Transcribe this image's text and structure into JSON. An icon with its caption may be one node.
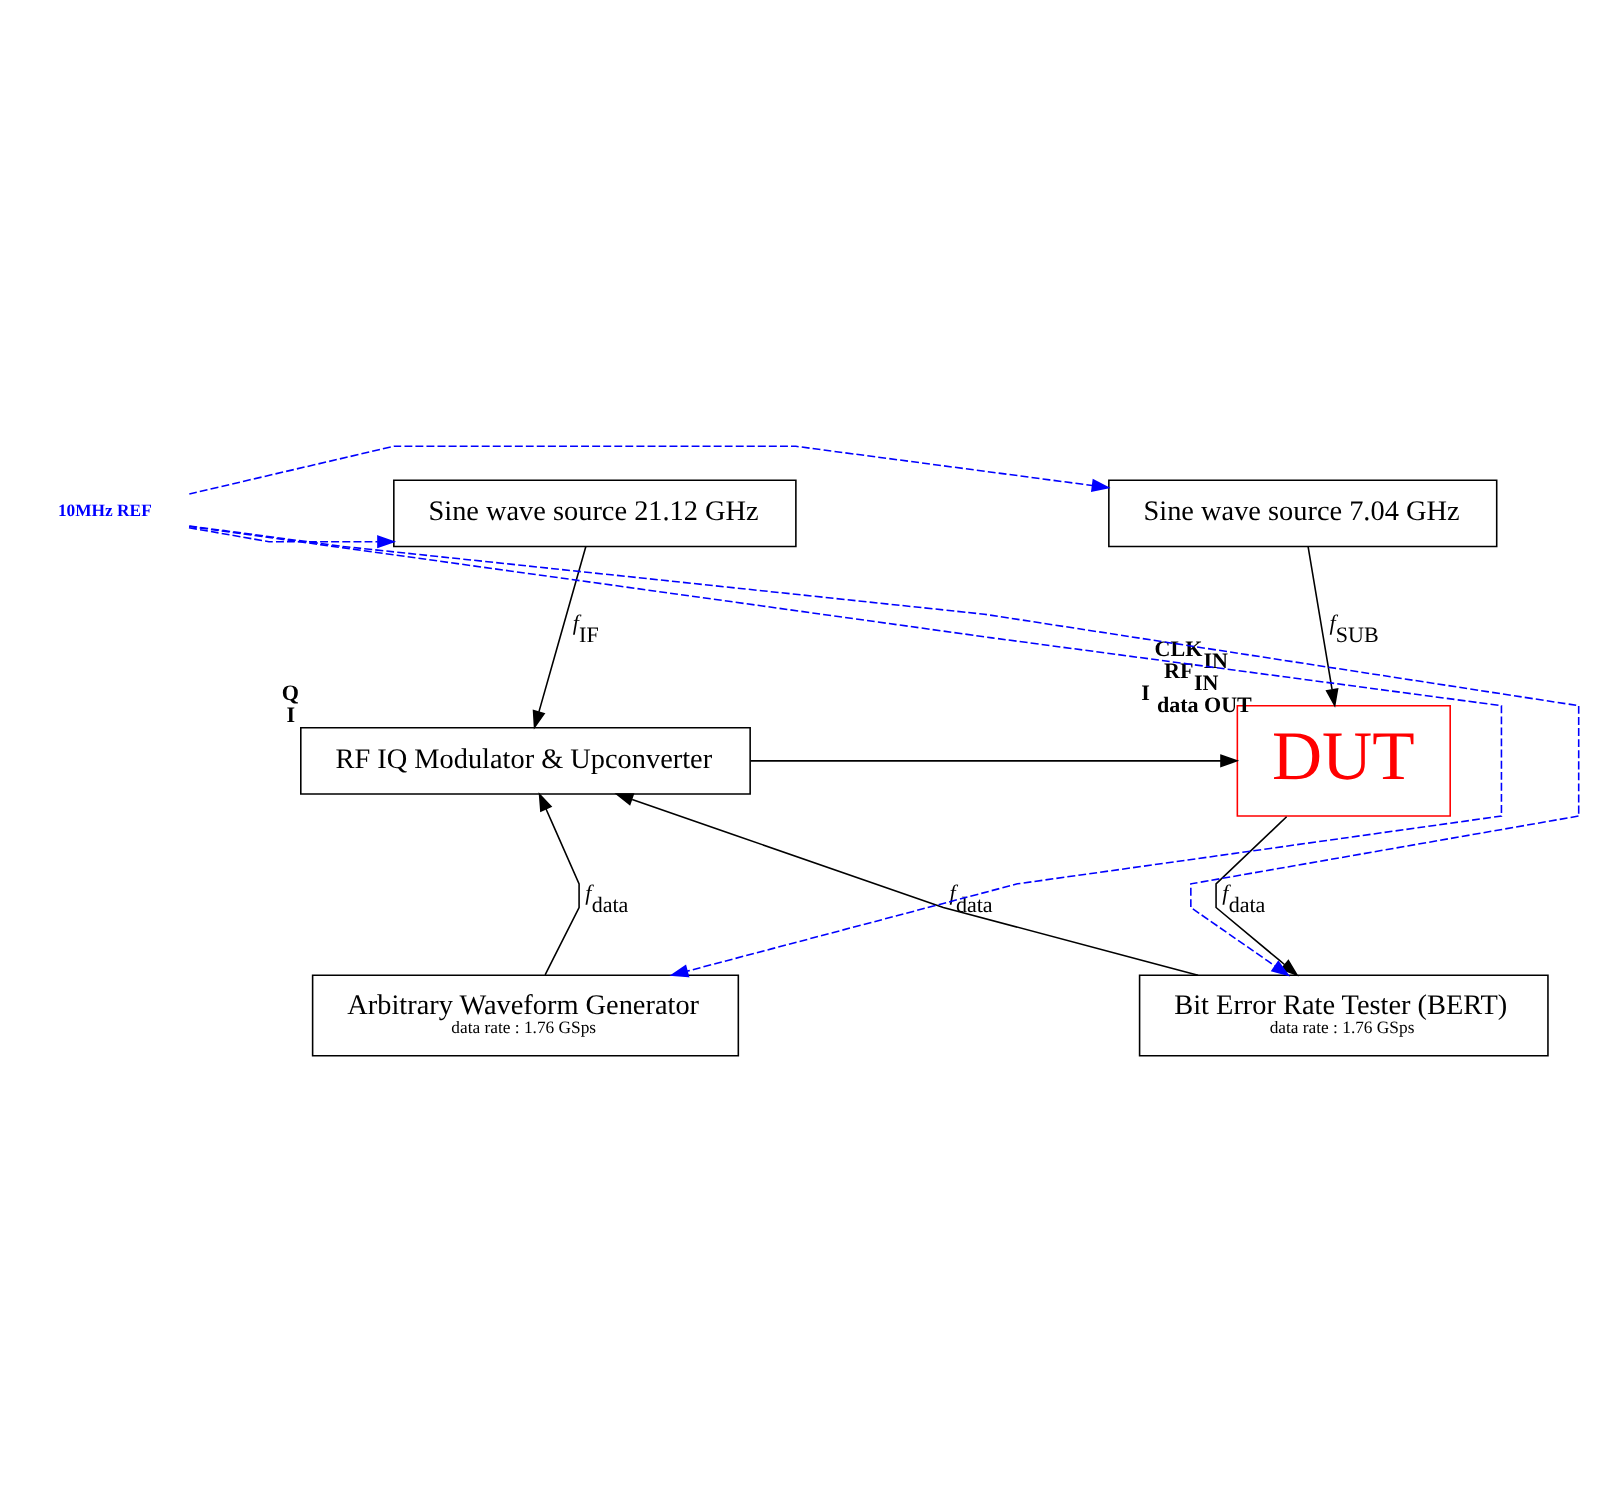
{
  "diagram": {
    "nodes": [
      {
        "text": [
          "Sine wave source 21.12 GHz"
        ]
      },
      {
        "text": [
          "Sine wave source 7.04 GHz"
        ]
      },
      {
        "text": [
          "RF IQ Modulator & Upconverter"
        ],
        "beside": [
          "Q",
          "I"
        ]
      },
      {
        "text": [
          "DUT"
        ],
        "beside": [
          "CLK$_{IN}$",
          "RF$_{IN}$",
          "I $_{data OUT}$"
        ]
      },
      {
        "text": [
          "Arbitrary Waveform Generator",
          "data rate : 1.76 GSps"
        ]
      },
      {
        "text": [
          "Bit Error Rate Tester (BERT)",
          "data rate : 1.76 GSps"
        ]
      },
      {
        "text": [
          "10MHz REF"
        ]
      }
    ],
    "edges": [
      {
        "from": 0,
        "to": 2,
        "arrow": "to",
        "label": "*f*$_{IF}$"
      },
      {
        "from": 1,
        "to": 3,
        "arrow": "to",
        "label": "*f*$_{SUB}$"
      },
      {
        "from": 2,
        "to": 3,
        "arrow": "to"
      },
      {
        "from": 3,
        "to": 5,
        "arrow": "to",
        "label": "*f*$_{data}$"
      },
      {
        "from": 4,
        "to": 2,
        "arrow": "to",
        "label": "*f*$_{data}$"
      },
      {
        "from": 5,
        "to": 2,
        "arrow": "to",
        "label": "*f*$_{data}$"
      },
      {
        "from": 6,
        "to": 0,
        "arrow": "to",
        "style": "dashed",
        "color": "#0000ff"
      },
      {
        "from": 6,
        "to": 1,
        "arrow": "to",
        "style": "dashed",
        "color": "#0000ff"
      },
      {
        "from": 6,
        "to": 4,
        "arrow": "to",
        "style": "dashed",
        "color": "#0000ff"
      },
      {
        "from": 6,
        "to": 5,
        "arrow": "to",
        "style": "dashed",
        "color": "#0000ff"
      }
    ]
  }
}
